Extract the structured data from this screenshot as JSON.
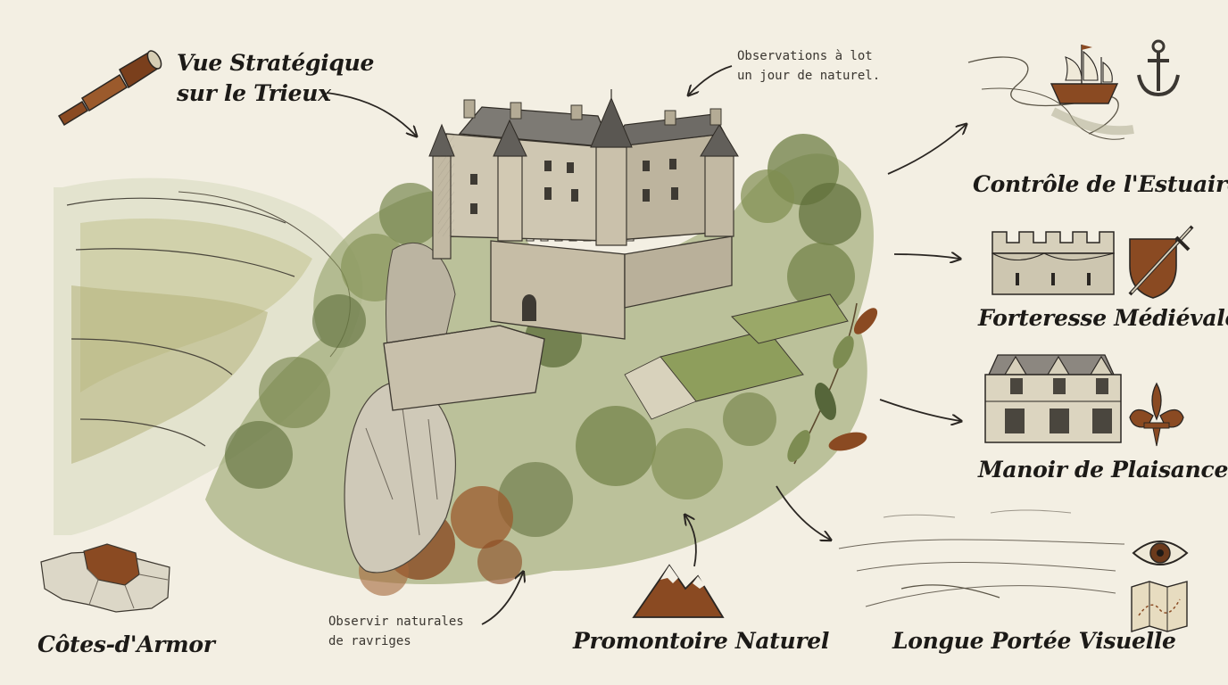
{
  "labels": {
    "strategic_view": [
      "Vue Stratégique",
      "sur le Trieux"
    ],
    "estuary_control": "Contrôle de l'Estuaire",
    "medieval_fortress": "Forteresse Médiévale",
    "pleasure_manor": "Manoir de Plaisance",
    "long_view": "Longue Portée Visuelle",
    "natural_promontory": "Promontoire Naturel",
    "region": "Côtes-d'Armor"
  },
  "notes": {
    "top": [
      "Observations à lot",
      "un jour de naturel."
    ],
    "bottom": [
      "Observir naturales",
      "de ravriges"
    ]
  },
  "colors": {
    "paper": "#f3efe3",
    "ink": "#1c1a17",
    "sage": "#7d8c52",
    "forest": "#56663a",
    "rust": "#8a4a22",
    "stone": "#b9b3a2"
  },
  "icons": [
    "spyglass-icon",
    "ship-icon",
    "anchor-icon",
    "battlement-icon",
    "shield-sword-icon",
    "manor-icon",
    "fleur-de-lis-icon",
    "eye-icon",
    "map-icon",
    "mountain-icon",
    "brittany-map-icon"
  ]
}
